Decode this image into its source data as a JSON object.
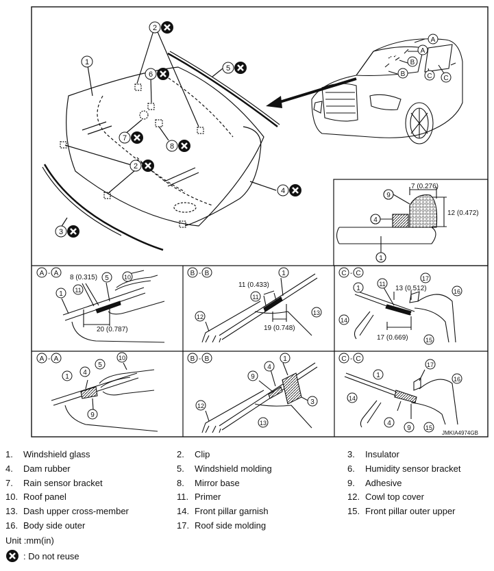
{
  "figure_code": "JMKIA4974GB",
  "callouts": {
    "n1": "1",
    "n2": "2",
    "n3": "3",
    "n4": "4",
    "n5": "5",
    "n6": "6",
    "n7": "7",
    "n8": "8",
    "n9": "9",
    "n10": "10",
    "n11": "11",
    "n12": "12",
    "n13": "13",
    "n14": "14",
    "n15": "15",
    "n16": "16",
    "n17": "17"
  },
  "section_letters": {
    "a": "A",
    "b": "B",
    "c": "C"
  },
  "dimensions": {
    "d7": "7 (0.276)",
    "d12": "12 (0.472)",
    "d8": "8 (0.315)",
    "d20": "20 (0.787)",
    "d11": "11 (0.433)",
    "d19": "19 (0.748)",
    "d13": "13 (0.512)",
    "d17": "17 (0.669)"
  },
  "legend": [
    [
      {
        "num": "1.",
        "label": "Windshield glass"
      },
      {
        "num": "2.",
        "label": "Clip"
      },
      {
        "num": "3.",
        "label": "Insulator"
      }
    ],
    [
      {
        "num": "4.",
        "label": "Dam rubber"
      },
      {
        "num": "5.",
        "label": "Windshield molding"
      },
      {
        "num": "6.",
        "label": "Humidity sensor bracket"
      }
    ],
    [
      {
        "num": "7.",
        "label": "Rain sensor bracket"
      },
      {
        "num": "8.",
        "label": "Mirror base"
      },
      {
        "num": "9.",
        "label": "Adhesive"
      }
    ],
    [
      {
        "num": "10.",
        "label": "Roof panel"
      },
      {
        "num": "11.",
        "label": "Primer"
      },
      {
        "num": "12.",
        "label": "Cowl top cover"
      }
    ],
    [
      {
        "num": "13.",
        "label": "Dash upper cross-member"
      },
      {
        "num": "14.",
        "label": "Front pillar garnish"
      },
      {
        "num": "15.",
        "label": "Front pillar outer upper"
      }
    ],
    [
      {
        "num": "16.",
        "label": "Body side outer"
      },
      {
        "num": "17.",
        "label": "Roof side molding"
      }
    ]
  ],
  "unit_text": "Unit :mm(in)",
  "do_not_reuse_text": ": Do not reuse"
}
